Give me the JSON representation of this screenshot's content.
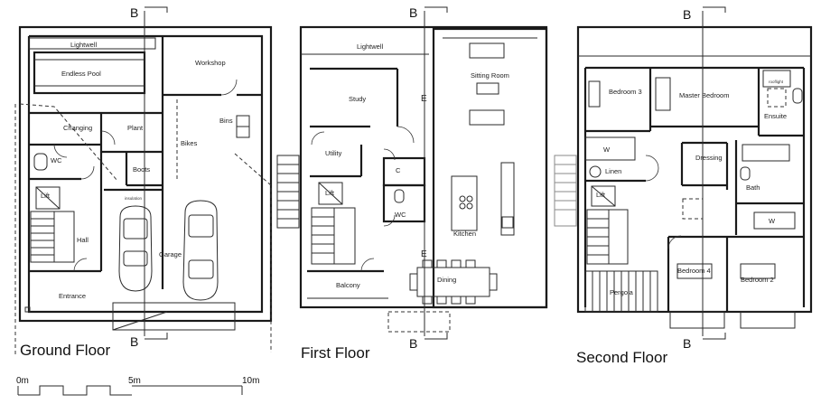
{
  "floors": {
    "ground": {
      "title": "Ground Floor",
      "rooms": {
        "lightwell": "Lightwell",
        "endless_pool": "Endless Pool",
        "workshop": "Workshop",
        "changing": "Changing",
        "plant": "Plant",
        "bins": "Bins",
        "wc": "WC",
        "bikes": "Bikes",
        "boots": "Boots",
        "lift": "Lift",
        "hall": "Hall",
        "garage": "Garage",
        "entrance": "Entrance",
        "insulation": "insulation"
      }
    },
    "first": {
      "title": "First Floor",
      "rooms": {
        "lightwell": "Lightwell",
        "sitting_room": "Sitting Room",
        "study": "Study",
        "utility": "Utility",
        "c": "C",
        "lift": "Lift",
        "wc": "WC",
        "kitchen": "Kitchen",
        "balcony": "Balcony",
        "dining": "Dining",
        "e_top": "E",
        "e_bottom": "E"
      }
    },
    "second": {
      "title": "Second Floor",
      "rooms": {
        "bedroom3": "Bedroom 3",
        "master_bedroom": "Master Bedroom",
        "ensuite": "Ensuite",
        "w_left": "W",
        "linen": "Linen",
        "dressing": "Dressing",
        "lift": "Lift",
        "bath": "Bath",
        "w_right": "W",
        "bedroom4": "Bedroom 4",
        "bedroom2": "Bedroom 2",
        "pergola": "Pergola",
        "rooflight": "rooflight"
      }
    }
  },
  "section_marker": "B",
  "scale_bar": {
    "labels": [
      "0m",
      "5m",
      "10m"
    ]
  }
}
